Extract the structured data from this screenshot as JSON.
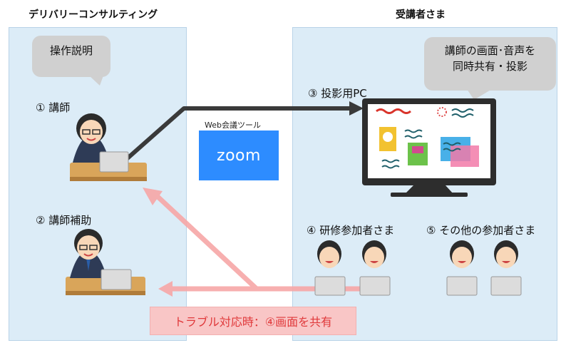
{
  "left_panel": {
    "header": "デリバリーコンサルティング",
    "bubble": "操作説明",
    "instructor_label": "① 講師",
    "assistant_label": "② 講師補助"
  },
  "center": {
    "tool_title": "Web会議ツール",
    "zoom_logo": "zoom"
  },
  "right_panel": {
    "header": "受講者さま",
    "bubble_line1": "講師の画面･音声を",
    "bubble_line2": "同時共有・投影",
    "projector_label": "③ 投影用PC",
    "trainees_label": "④ 研修参加者さま",
    "others_label": "⑤ その他の参加者さま"
  },
  "callout": "トラブル対応時：④画面を共有",
  "colors": {
    "panel_bg": "#dcecf7",
    "dark_arrow": "#3a3a3a",
    "pink_arrow": "#f7a7a7",
    "callout_text": "#e0393b",
    "zoom_blue": "#2d8cff"
  }
}
